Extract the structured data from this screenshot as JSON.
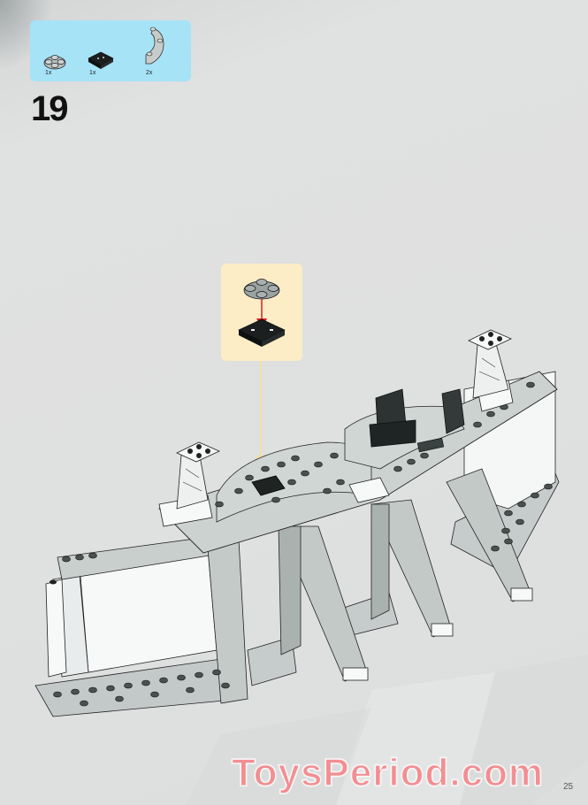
{
  "page": {
    "step_number": "19",
    "page_number": "25",
    "watermark": "ToysPeriod.com"
  },
  "parts_list": {
    "background_color": "#a6e3f7",
    "items": [
      {
        "name": "round-plate-2x2-with-studs",
        "color": "light-bluish-gray",
        "quantity": "1x"
      },
      {
        "name": "plate-2x2-with-jumper",
        "color": "black",
        "quantity": "1x"
      },
      {
        "name": "curved-brick-arc",
        "color": "light-bluish-gray",
        "quantity": "2x"
      }
    ]
  },
  "sub_assembly": {
    "background_color": "#fdedc6",
    "arrow_color": "#d42020",
    "description": "round plate attaches onto black jumper plate"
  },
  "colors": {
    "background": "#dfe0e0",
    "watermark": "#f38e92",
    "light_gray": "#c9cfcd",
    "white": "#f7f8f8",
    "black": "#1e2322",
    "callout_line": "#f5dfa6"
  }
}
